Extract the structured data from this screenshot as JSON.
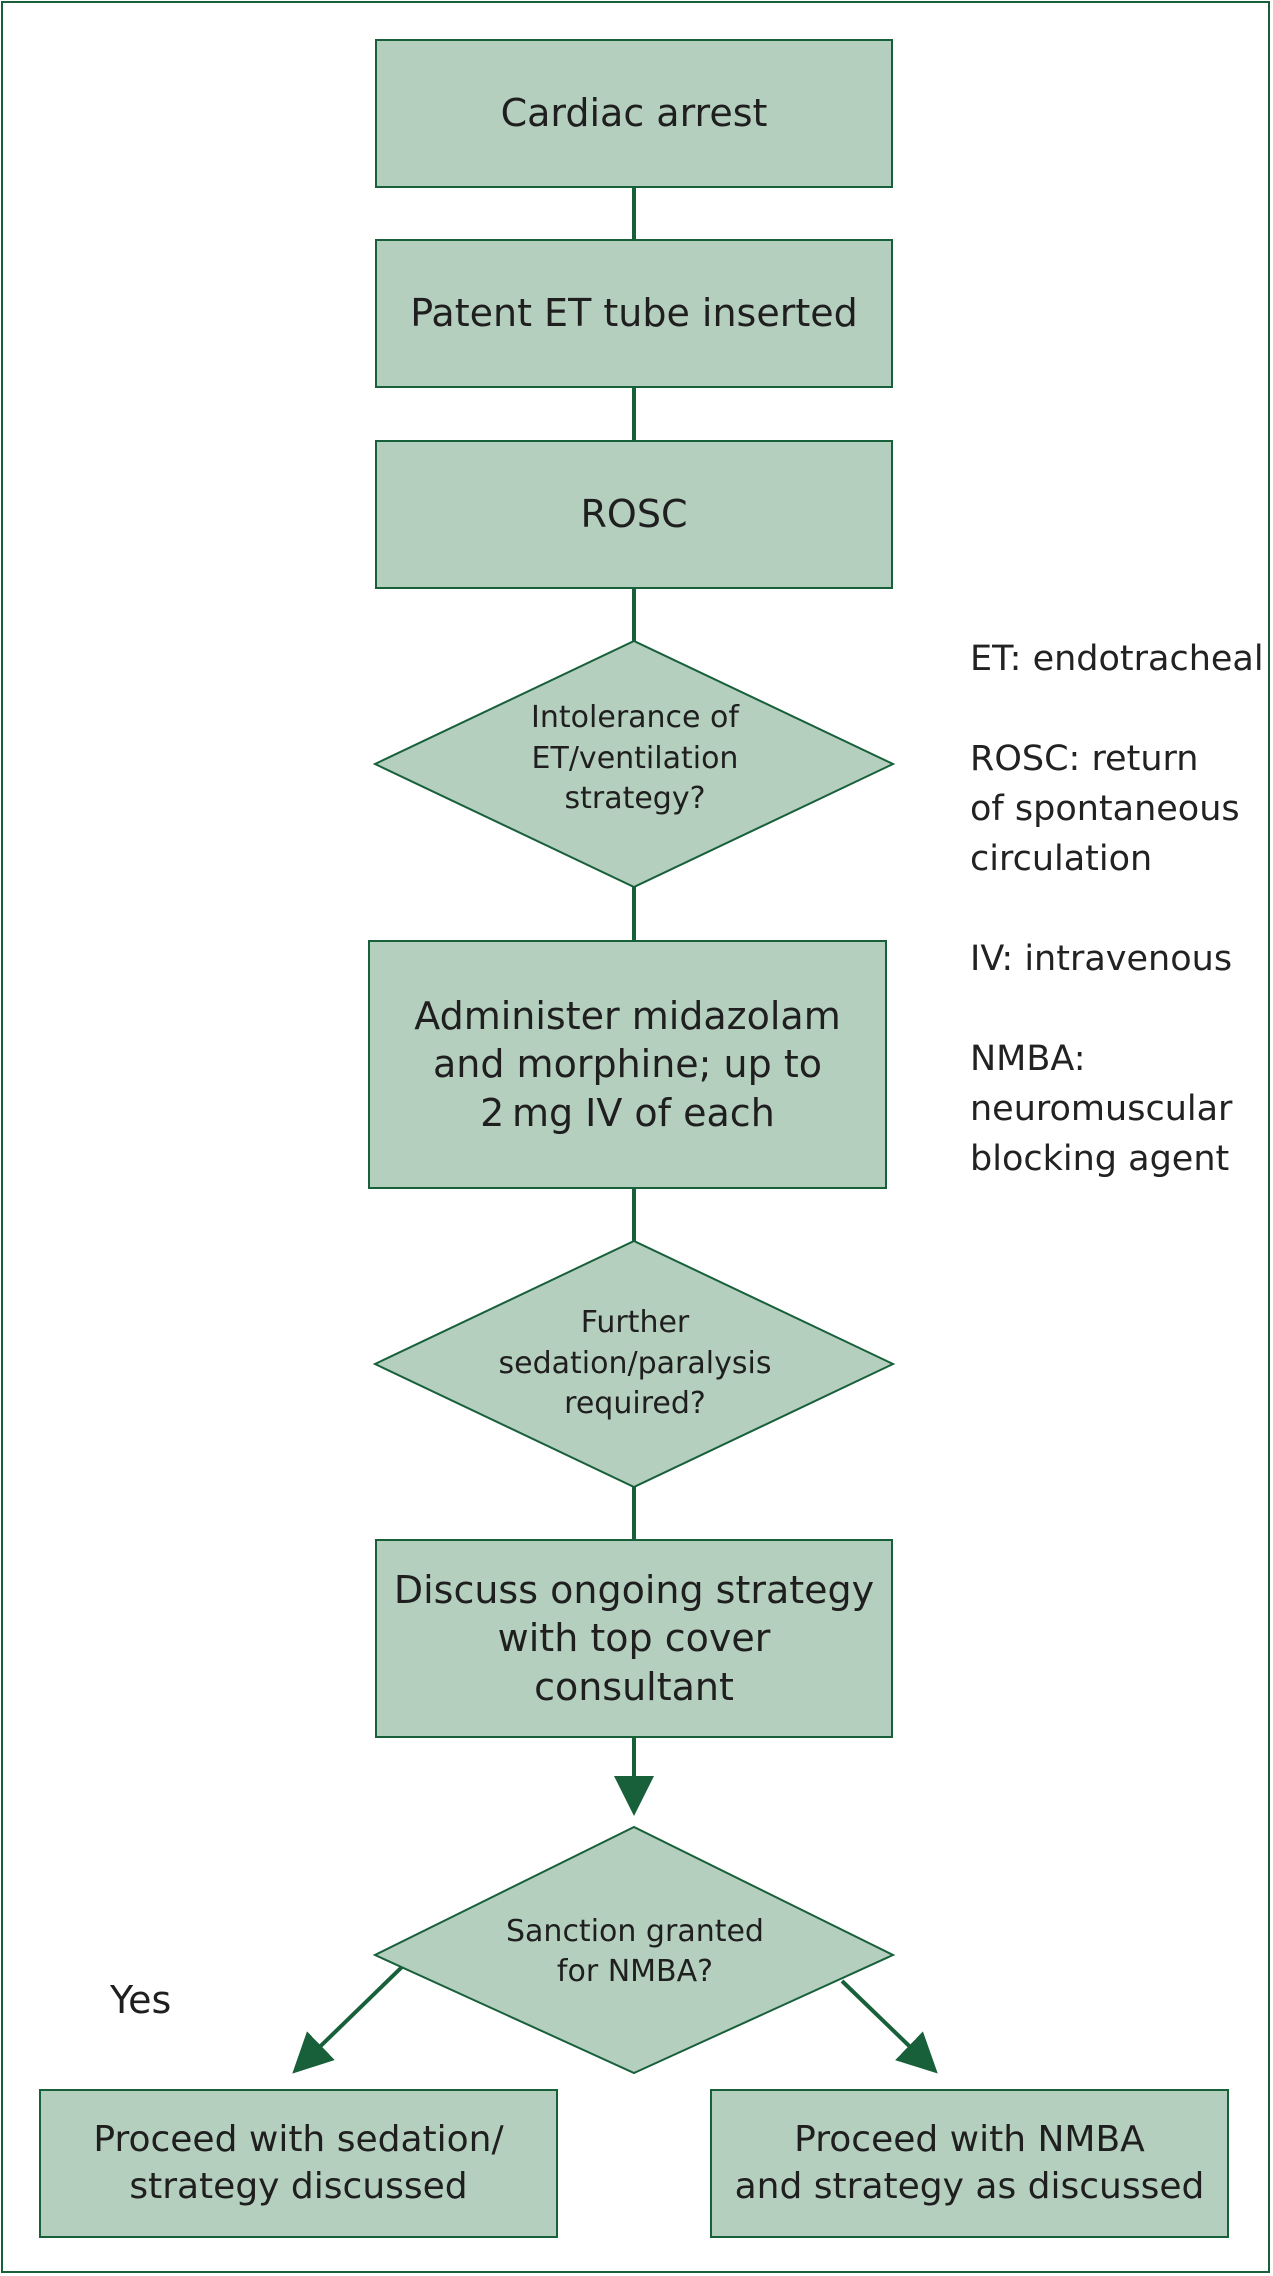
{
  "nodes": {
    "cardiac_arrest": "Cardiac arrest",
    "et_tube": "Patent ET tube inserted",
    "rosc": "ROSC",
    "intolerance": [
      "Intolerance of",
      "ET/ventilation",
      "strategy?"
    ],
    "administer": [
      "Administer midazolam",
      "and morphine; up to",
      "2 mg IV of each"
    ],
    "further": [
      "Further",
      "sedation/paralysis",
      "required?"
    ],
    "discuss": [
      "Discuss ongoing strategy",
      "with top cover",
      "consultant"
    ],
    "sanction": [
      "Sanction granted",
      "for NMBA?"
    ],
    "proceed_sedation": [
      "Proceed with sedation/",
      "strategy discussed"
    ],
    "proceed_nmba": [
      "Proceed with NMBA",
      "and strategy as discussed"
    ]
  },
  "branch_yes": "Yes",
  "legend": {
    "et": "ET: endotracheal",
    "rosc": [
      "ROSC: return",
      "of spontaneous",
      "circulation"
    ],
    "iv": "IV: intravenous",
    "nmba": [
      "NMBA:",
      "neuromuscular",
      "blocking agent"
    ]
  },
  "colors": {
    "fill": "#b5cfbf",
    "stroke": "#17603a"
  }
}
